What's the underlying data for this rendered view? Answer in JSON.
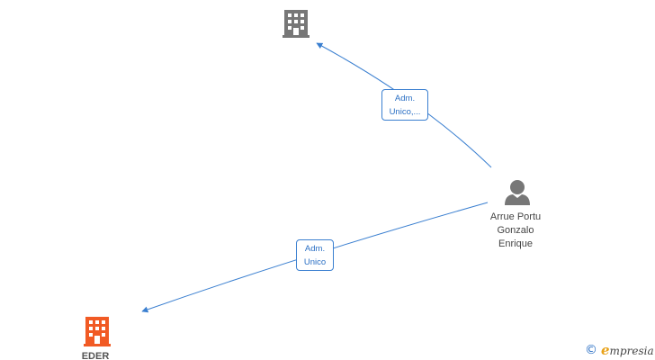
{
  "nodes": {
    "company_top": {
      "name": "",
      "icon": "building-icon",
      "color": "#777777"
    },
    "company_bottom": {
      "name": "EDER",
      "icon": "building-icon",
      "color": "#f15a24"
    },
    "person": {
      "name_lines": [
        "Arrue Portu",
        "Gonzalo",
        "Enrique"
      ],
      "icon": "person-icon",
      "color": "#777777"
    }
  },
  "edges": [
    {
      "from": "person",
      "to": "company_top",
      "label_lines": [
        "Adm.",
        "Unico,..."
      ]
    },
    {
      "from": "person",
      "to": "company_bottom",
      "label_lines": [
        "Adm.",
        "Unico"
      ]
    }
  ],
  "colors": {
    "edge": "#3a7fd0",
    "label_text": "#2a6fc4"
  },
  "brand": {
    "copyright": "©",
    "initial": "e",
    "rest": "mpresia"
  }
}
